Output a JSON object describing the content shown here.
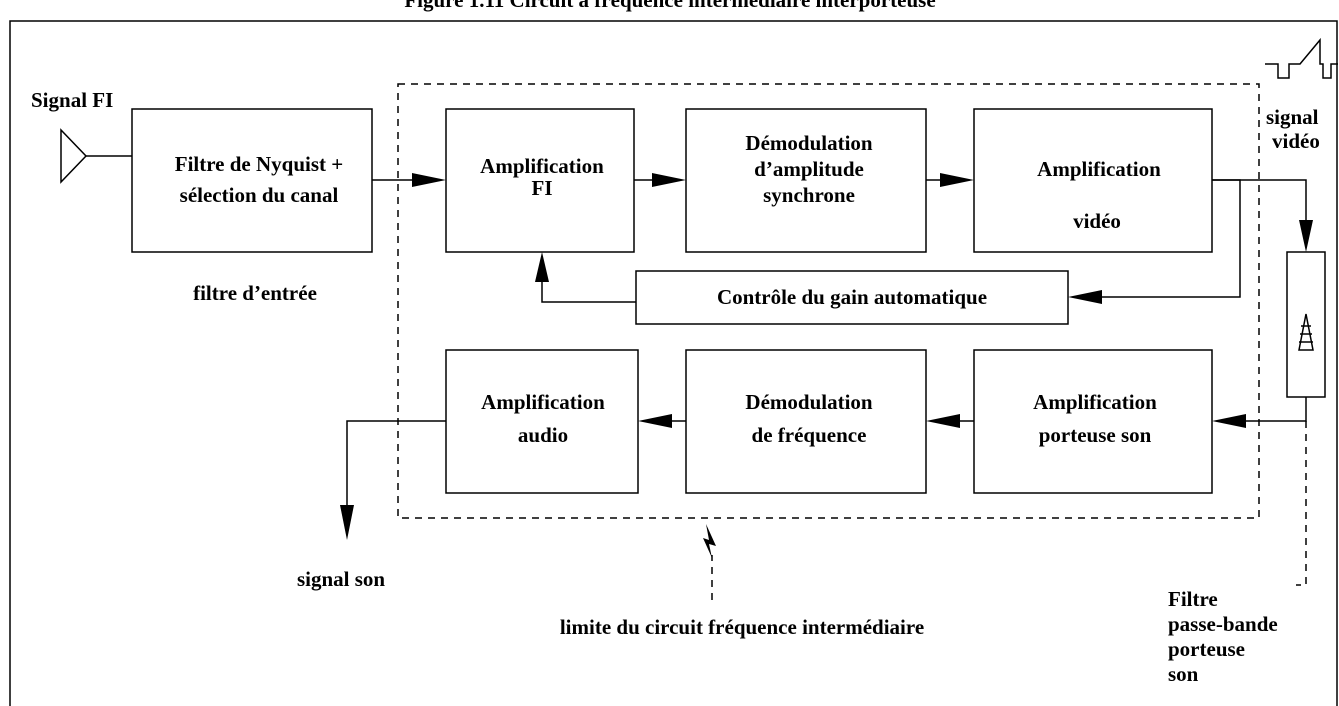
{
  "figure": {
    "title": "Figure 1.11 Circuit à fréquence intermédiaire interporteuse"
  },
  "labels": {
    "signal_fi": "Signal FI",
    "filtre_entree": "filtre d’entrée",
    "signal_video_1": "signal",
    "signal_video_2": "vidéo",
    "signal_son": "signal son",
    "limite": "limite du circuit fréquence intermédiaire",
    "filtre_pb_1": "Filtre",
    "filtre_pb_2": "passe-bande",
    "filtre_pb_3": "porteuse",
    "filtre_pb_4": "son"
  },
  "blocks": {
    "nyquist": {
      "line1": "Filtre de Nyquist +",
      "line2": "sélection du canal"
    },
    "ampli_fi": {
      "line1": "Amplification",
      "line2": "FI"
    },
    "demod_am": {
      "line1": "Démodulation",
      "line2": "d’amplitude",
      "line3": "synchrone"
    },
    "ampli_video": {
      "line1": "Amplification",
      "line2": "vidéo"
    },
    "cag": {
      "line1": "Contrôle du gain automatique"
    },
    "ampli_audio": {
      "line1": "Amplification",
      "line2": "audio"
    },
    "demod_fm": {
      "line1": "Démodulation",
      "line2": "de fréquence"
    },
    "ampli_porteuse": {
      "line1": "Amplification",
      "line2": "porteuse son"
    }
  }
}
